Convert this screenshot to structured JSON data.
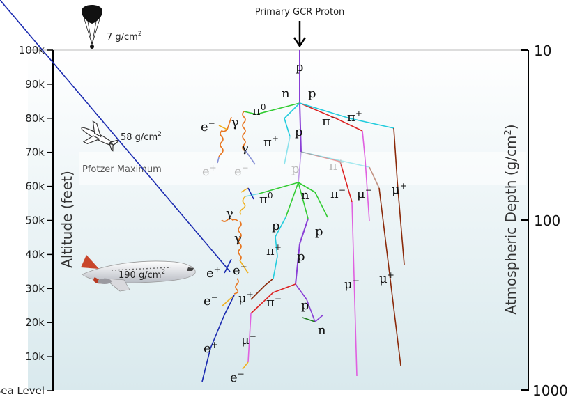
{
  "title": "Primary GCR Proton",
  "left_axis": {
    "label": "Altitude (feet)",
    "ticks": [
      "100k",
      "90k",
      "80k",
      "70k",
      "60k",
      "50k",
      "40k",
      "30k",
      "20k",
      "10k",
      "Sea Level"
    ]
  },
  "right_axis": {
    "label": "Atmospheric Depth (g/cm",
    "label_sup": "2",
    "label_close": ")",
    "ticks": [
      "10",
      "100",
      "1000"
    ]
  },
  "annotations": {
    "balloon_depth": "7 g/cm",
    "bizjet_depth": "58 g/cm",
    "airliner_depth": "190 g/cm",
    "sup": "2",
    "pfotzer": "Pfotzer Maximum"
  },
  "particles": {
    "p": "p",
    "n": "n",
    "pi0": "π",
    "pi_sup0": "0",
    "pi": "π",
    "plus": "+",
    "minus": "−",
    "gamma": "γ",
    "e": "e",
    "mu": "μ"
  },
  "colors": {
    "proton": "#8a3fd6",
    "pi0": "#33cc33",
    "pi_plus": "#22ccdd",
    "pi_minus": "#dd2222",
    "mu_plus": "#8b2a0a",
    "mu_minus": "#e060e0",
    "gamma": "#e87722",
    "e_plus": "#1a2ab0",
    "e_minus": "#f0b020",
    "neutron": "#1a7a1a"
  }
}
